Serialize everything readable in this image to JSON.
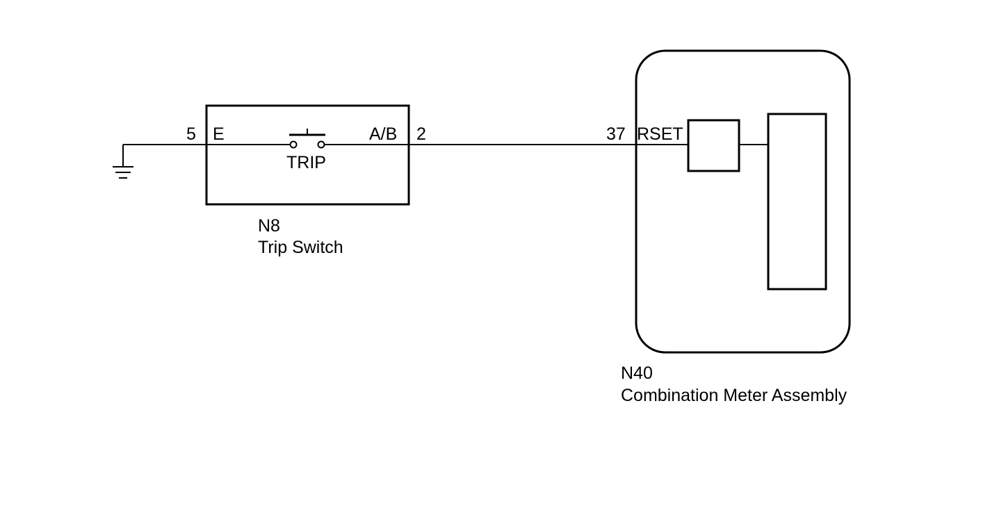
{
  "trip_switch": {
    "connector_id": "N8",
    "name": "Trip Switch",
    "switch_label": "TRIP",
    "pin_left_number": "5",
    "pin_left_name": "E",
    "pin_right_name": "A/B",
    "pin_right_number": "2"
  },
  "combination_meter": {
    "connector_id": "N40",
    "name": "Combination Meter Assembly",
    "pin_number": "37",
    "pin_name": "RSET"
  },
  "colors": {
    "line": "#000000",
    "background": "#ffffff"
  }
}
